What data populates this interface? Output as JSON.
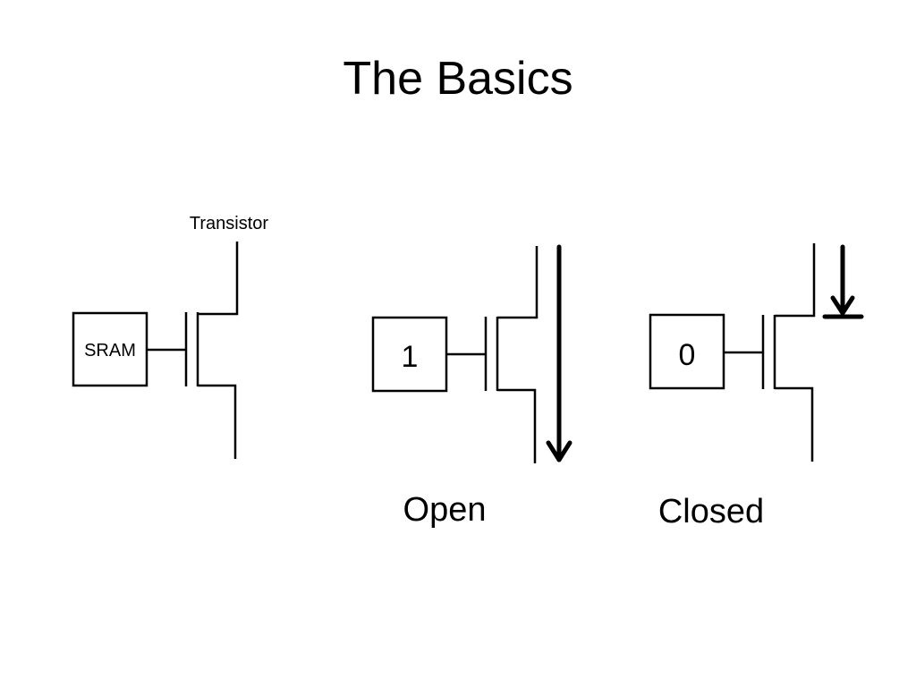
{
  "slide": {
    "title": "The Basics"
  },
  "diagram": {
    "transistor_label": "Transistor",
    "sram_label": "SRAM",
    "open_state_value": "1",
    "closed_state_value": "0",
    "open_caption": "Open",
    "closed_caption": "Closed"
  }
}
